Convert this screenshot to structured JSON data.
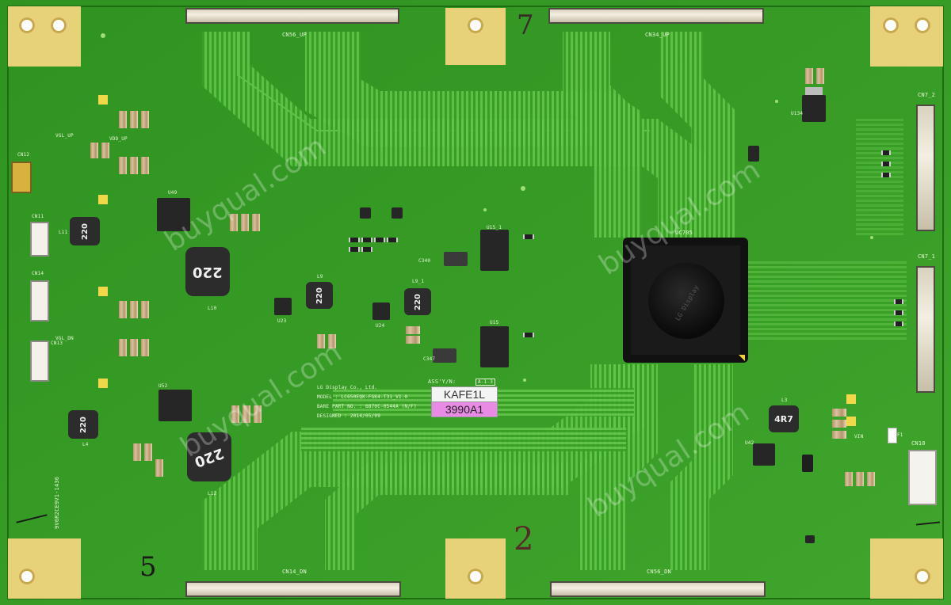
{
  "board": {
    "maker_line": "LG Display Co., Ltd.",
    "model_line": "MODEL : LC650EQK-FGK4-T31_V1.0",
    "bare_part_line": "BARE PART NO. : 6870C-0544A (N/F)",
    "designed_line": "DESIGNED : 2014/05/09",
    "assy_label": "ASS'Y/N:",
    "rev_label": "A-1-3",
    "sticker_top": "KAFE1L",
    "sticker_bottom": "3990A1",
    "main_chip_label": "UC705",
    "main_chip_brand": "LG Display",
    "handwritten_top": "7",
    "handwritten_bottom_mid": "2",
    "handwritten_bottom_left": "5",
    "vertical_code": "9V6R2CE9V1-1436"
  },
  "connectors": {
    "top_left": "CN56_UP",
    "top_right": "CN34_UP",
    "bottom_left": "CN14_DN",
    "bottom_right": "CN56_DN",
    "right_upper": "CN7_2",
    "right_lower": "CN7_1",
    "right_power": "CN10",
    "left_a": "CN12",
    "left_b": "CN11",
    "left_c": "CN14",
    "left_d": "CN13"
  },
  "inductors": {
    "big_upper": "220",
    "big_lower": "220",
    "small_mid_a": "220",
    "small_mid_b": "220",
    "small_left_a": "220",
    "small_left_b": "220",
    "right_4r7": "4R7"
  },
  "refs": {
    "l10": "L10",
    "l12": "L12",
    "l9": "L9",
    "l9_1": "L9_1",
    "l3": "L3",
    "l4": "L4",
    "l11": "L11",
    "u134": "U134",
    "u15": "U15",
    "u15_1": "U15_1",
    "u23": "U23",
    "u24": "U24",
    "u52": "U52",
    "u49": "U49",
    "u42": "U42",
    "c340": "C340",
    "c347": "C347",
    "vdd_up": "VDD_UP",
    "vgl_up": "VGL_UP",
    "vgl_dn": "VGL_DN",
    "vin": "VIN",
    "f1": "F1"
  },
  "watermark": {
    "text": "buyqual.com"
  },
  "colors": {
    "board_green": "#2e8f1e",
    "pad_gold": "#e7d27a",
    "sticker_bg": "#f4f4f4",
    "sticker_pink": "#e88ae6",
    "chip_black": "#161616"
  }
}
